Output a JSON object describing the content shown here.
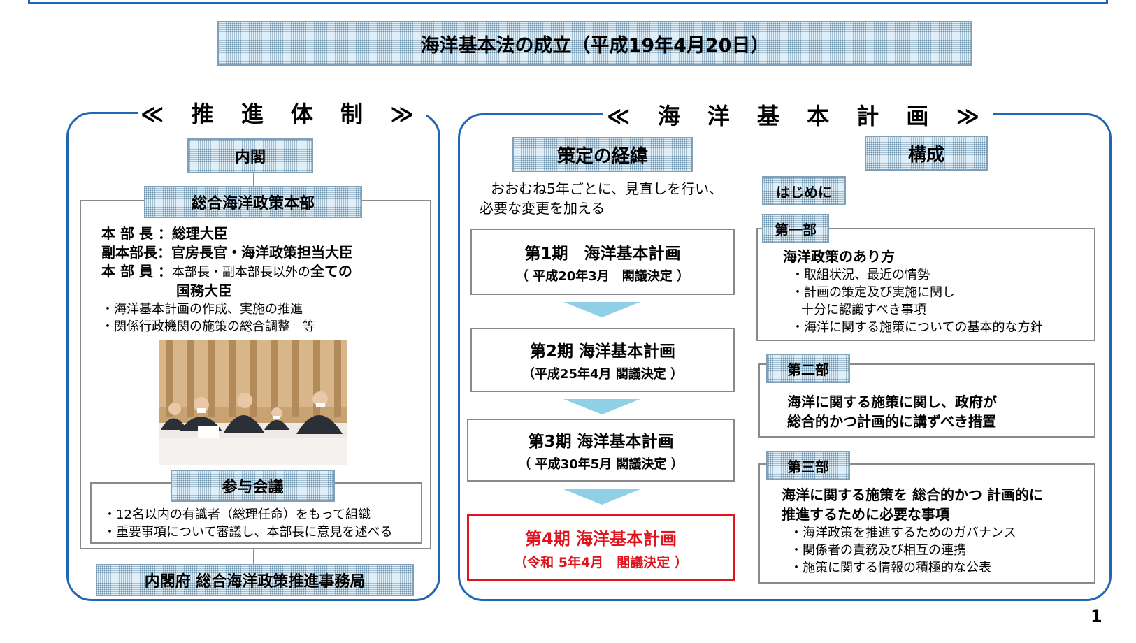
{
  "main_title": "海洋基本法の成立（平成19年4月20日）",
  "page_number": "1",
  "left_panel": {
    "title": "≪ 推 進 体 制 ≫",
    "cabinet": "内閣",
    "headquarters": {
      "label": "総合海洋政策本部",
      "chief_label": "本 部 長 ：",
      "chief_value": "総理大臣",
      "deputy_label": "副本部長：",
      "deputy_value": "官房長官・海洋政策担当大臣",
      "member_label": "本 部 員 ：",
      "member_value_plain": "本部長・副本部長以外の",
      "member_value_bold": "全ての",
      "member_value_line2": "国務大臣",
      "duty_1": "・海洋基本計画の作成、実施の推進",
      "duty_2": "・関係行政機関の施策の総合調整　等"
    },
    "council": {
      "label": "参与会議",
      "line_1": "・12名以内の有識者（総理任命）をもって組織",
      "line_2": "・重要事項について審議し、本部長に意見を述べる"
    },
    "secretariat": "内閣府 総合海洋政策推進事務局"
  },
  "right_panel": {
    "title": "≪ 海 洋 基 本 計 画 ≫",
    "history": {
      "header": "策定の経緯",
      "note_line1": "おおむね5年ごとに、見直しを行い、",
      "note_line2": "必要な変更を加える",
      "plans": [
        {
          "name": "第1期　海洋基本計画",
          "date": "（ 平成20年3月　閣議決定 ）"
        },
        {
          "name": "第2期 海洋基本計画",
          "date": "（平成25年4月 閣議決定 ）"
        },
        {
          "name": "第3期 海洋基本計画",
          "date": "（ 平成30年5月 閣議決定 ）"
        },
        {
          "name": "第4期 海洋基本計画",
          "date": "（令和 5年4月　閣議決定 ）"
        }
      ]
    },
    "structure": {
      "header": "構成",
      "intro": "はじめに",
      "part1": {
        "label": "第一部",
        "heading": "海洋政策のあり方",
        "item_1": "・取組状況、最近の情勢",
        "item_2a": "・計画の策定及び実施に関し",
        "item_2b": "十分に認識すべき事項",
        "item_3": "・海洋に関する施策についての基本的な方針"
      },
      "part2": {
        "label": "第二部",
        "line_1": "海洋に関する施策に関し、政府が",
        "line_2": "総合的かつ計画的に講ずべき措置"
      },
      "part3": {
        "label": "第三部",
        "line_1": "海洋に関する施策を 総合的かつ 計画的に",
        "line_2": "推進するために必要な事項",
        "item_1": "・海洋政策を推進するためのガバナンス",
        "item_2": "・関係者の責務及び相互の連携",
        "item_3": "・施策に関する情報の積極的な公表"
      }
    }
  },
  "colors": {
    "panel_border": "#1f66b5",
    "current_plan": "#e0141e",
    "box_fill": "#dfeef7"
  }
}
